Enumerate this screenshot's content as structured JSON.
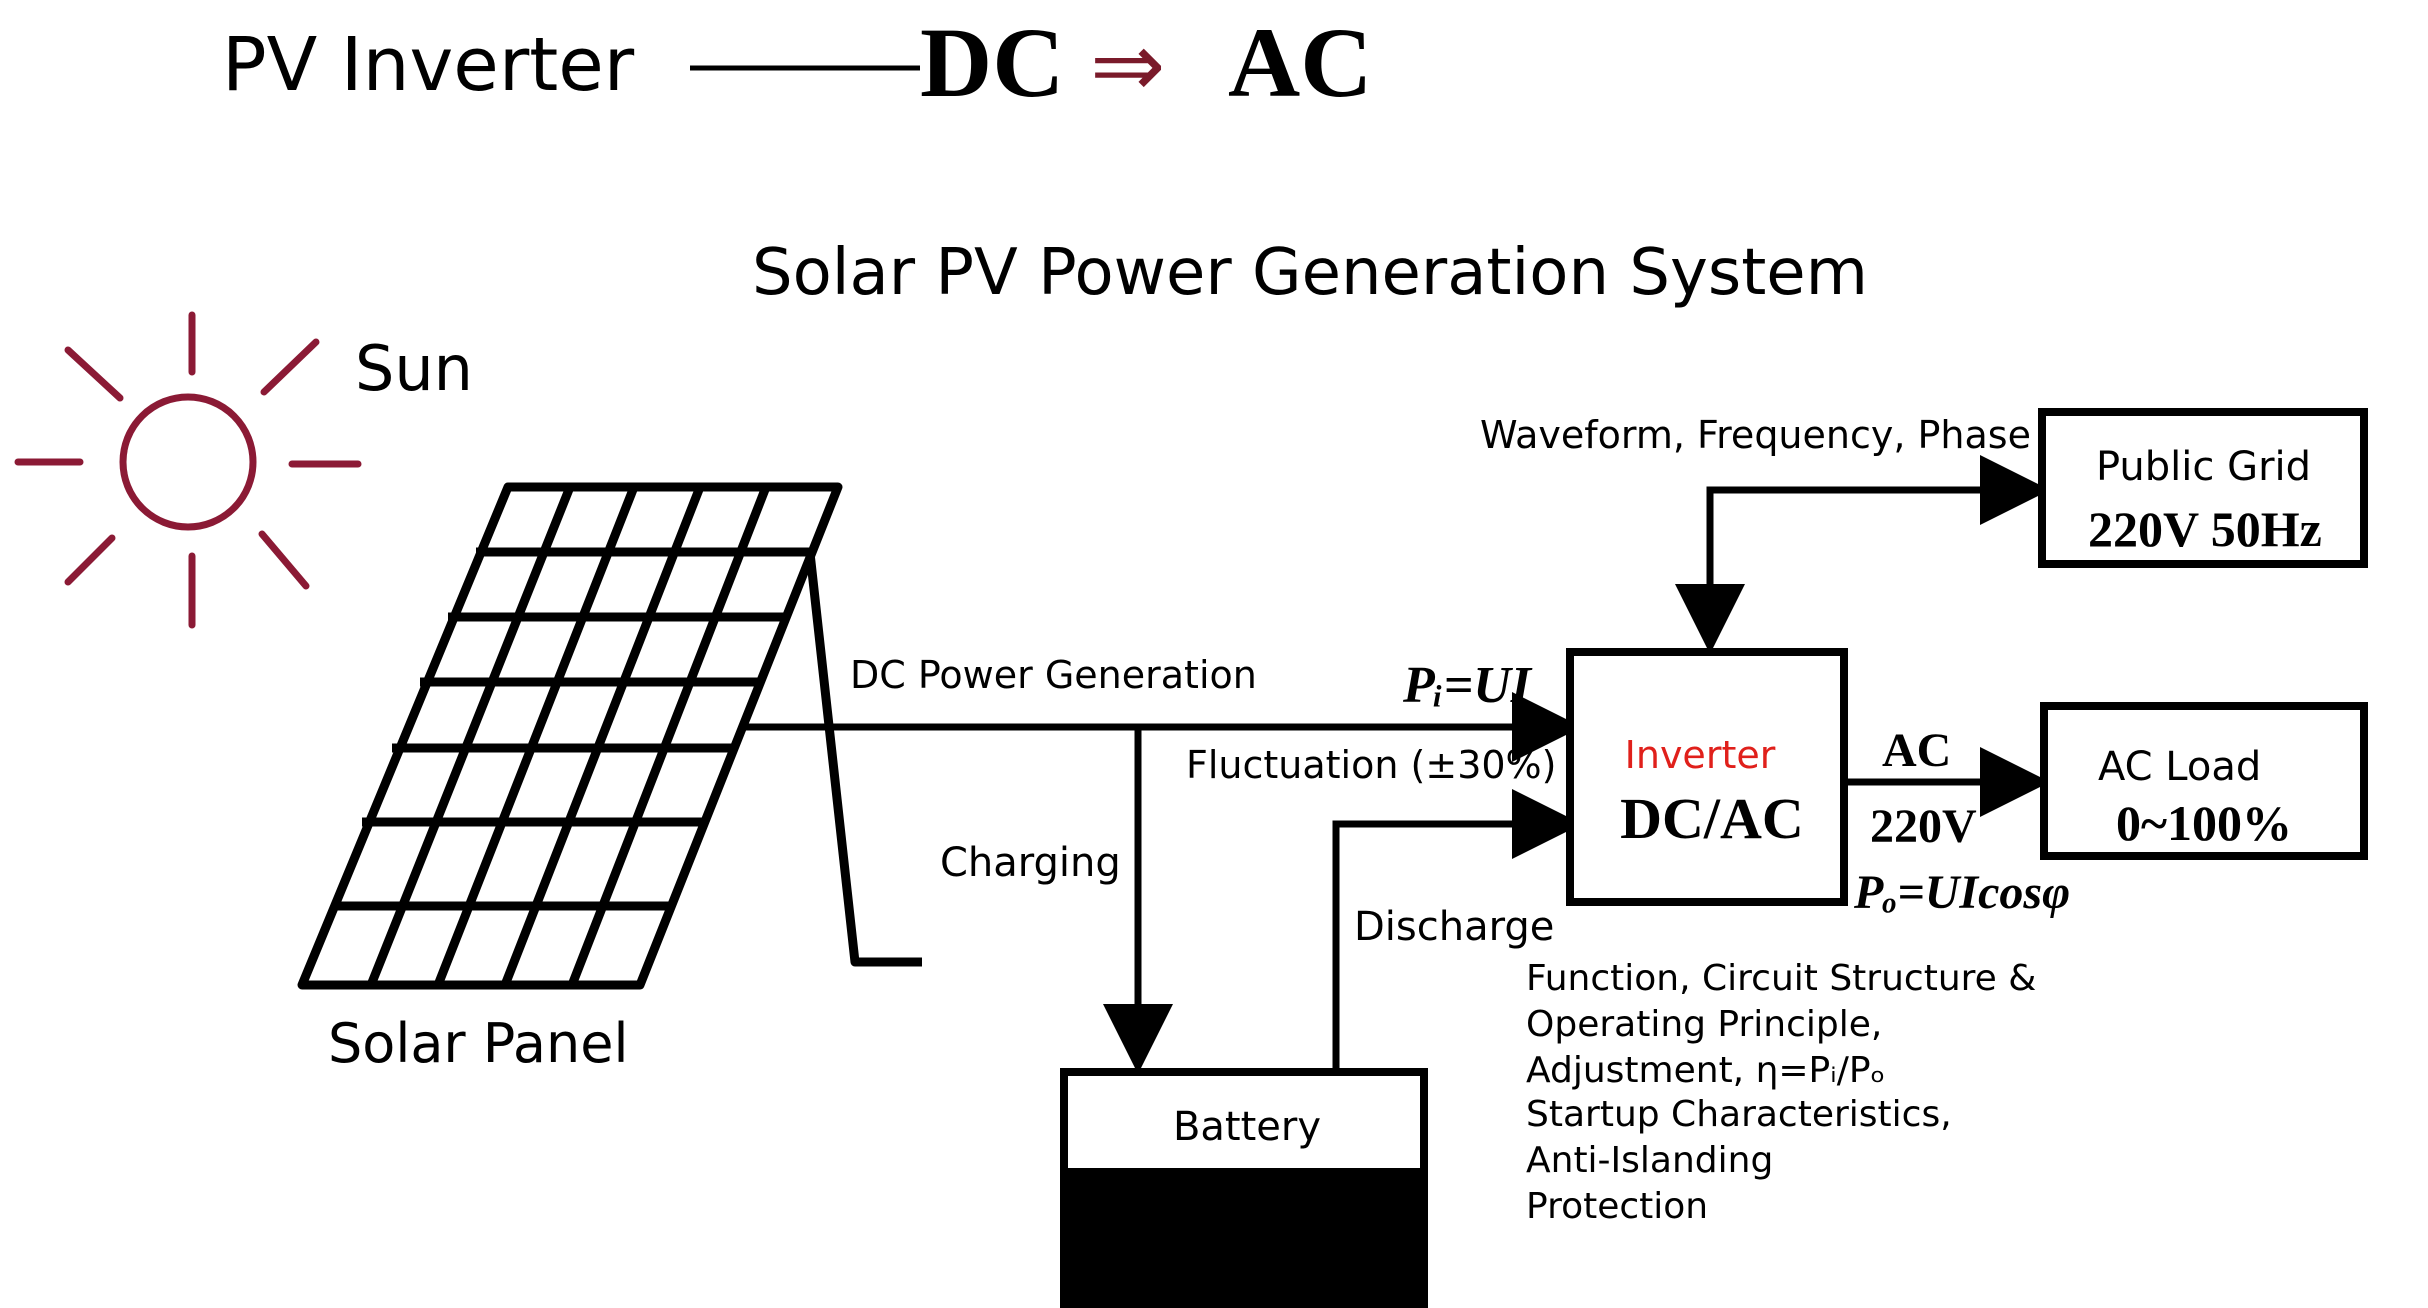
{
  "header": {
    "title_left": "PV Inverter",
    "formula_dc": "DC",
    "formula_arrow": "⇒",
    "formula_ac": "AC"
  },
  "diagram": {
    "title": "Solar PV Power Generation System",
    "sun_label": "Sun",
    "panel_label": "Solar Panel",
    "dc_generation_label": "DC Power Generation",
    "pi_formula": "Pᵢ=UI",
    "fluctuation_label": "Fluctuation (±30%)",
    "charging_label": "Charging",
    "discharge_label": "Discharge",
    "battery_label": "Battery",
    "inverter_title": "Inverter",
    "inverter_sub": "DC/AC",
    "ac_label": "AC",
    "ac_voltage": "220V",
    "po_formula": "Pₒ=UIcosφ",
    "waveform_label": "Waveform, Frequency, Phase",
    "grid_title": "Public Grid",
    "grid_spec": "220V 50Hz",
    "load_title": "AC Load",
    "load_spec": "0~100%",
    "notes": [
      "Function, Circuit Structure &",
      "Operating Principle,",
      "Adjustment, η=Pᵢ/Pₒ",
      "Startup Characteristics,",
      "Anti-Islanding",
      "Protection"
    ]
  },
  "colors": {
    "ink": "#000000",
    "sun": "#8b1a35",
    "inverter_title": "#e0201b",
    "formula_arrow": "#7a1a2a"
  }
}
